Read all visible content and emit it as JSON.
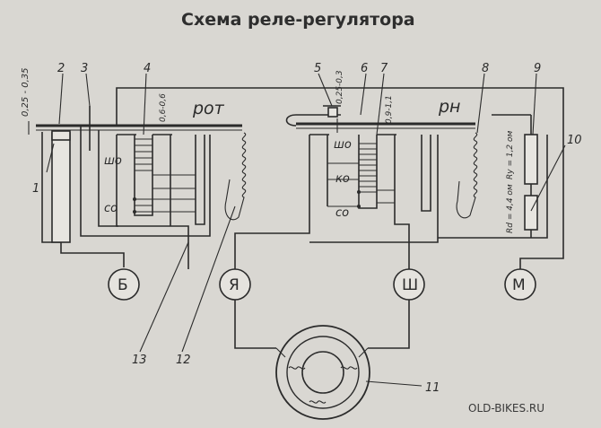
{
  "title": "Схема реле-регулятора",
  "relays": {
    "left": "рот",
    "right": "рн"
  },
  "coil_labels": {
    "sho_left": "шо",
    "so_left": "со",
    "sho_right": "шо",
    "ko_right": "ко",
    "so_right": "со"
  },
  "dimensions": {
    "gap_left": "0,25 - 0,35",
    "gap_coil_left": "0,6-0,6",
    "gap_right": "0,25-0,3",
    "gap_coil_right": "0,9-1,1"
  },
  "resistors": {
    "ry": "Ry = 1,2 ом",
    "rd": "Rd = 4,4 ом"
  },
  "terminals": {
    "b": "Б",
    "ya": "Я",
    "sh": "Ш",
    "m": "М"
  },
  "callouts": {
    "n1": "1",
    "n2": "2",
    "n3": "3",
    "n4": "4",
    "n5": "5",
    "n6": "6",
    "n7": "7",
    "n8": "8",
    "n9": "9",
    "n10": "10",
    "n11": "11",
    "n12": "12",
    "n13": "13"
  },
  "watermark": "OLD-BIKES.RU"
}
